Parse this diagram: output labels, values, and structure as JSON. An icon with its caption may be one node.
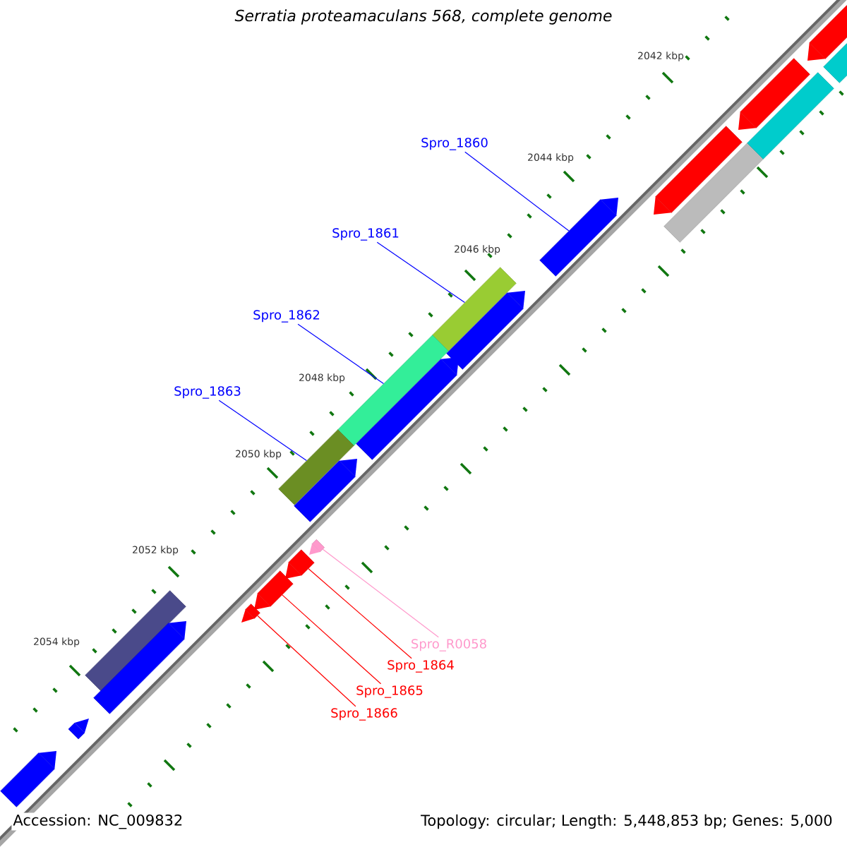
{
  "diagram": {
    "title": "Serratia proteamaculans 568, complete genome",
    "nodes": [
      {
        "text": [
          "Spro_1860"
        ]
      },
      {
        "text": [
          "Spro_1861"
        ]
      },
      {
        "text": [
          "Spro_1862"
        ]
      },
      {
        "text": [
          "Spro_1863"
        ]
      },
      {
        "text": [
          "Spro_R0058"
        ]
      },
      {
        "text": [
          "Spro_1864"
        ]
      },
      {
        "text": [
          "Spro_1865"
        ]
      },
      {
        "text": [
          "Spro_1866"
        ]
      },
      {
        "text": [],
        "shape": "bar"
      },
      {
        "text": [],
        "shape": "bar"
      },
      {
        "text": [],
        "shape": "bar"
      },
      {
        "text": [],
        "shape": "bar"
      },
      {
        "text": [],
        "shape": "bar"
      },
      {
        "text": [],
        "shape": "bar"
      },
      {
        "text": [],
        "shape": "bar"
      },
      {
        "text": [],
        "shape": "bar"
      },
      {
        "text": [],
        "shape": "bar"
      },
      {
        "text": [],
        "shape": "bar"
      },
      {
        "text": [],
        "shape": "bar"
      },
      {
        "text": [],
        "shape": "bar"
      },
      {
        "text": [],
        "shape": "bar"
      },
      {
        "text": [],
        "shape": "bar"
      },
      {
        "text": [],
        "shape": "bar"
      },
      {
        "text": [],
        "shape": "bar"
      },
      {
        "text": [],
        "shape": "bar"
      },
      {
        "text": [],
        "shape": "bar"
      },
      {
        "text": [],
        "shape": "bar"
      },
      {
        "text": [],
        "shape": "bar"
      },
      {
        "text": [],
        "shape": "bar"
      }
    ],
    "edges": [
      {
        "from": 0,
        "to": 8,
        "arrow": "none",
        "color": "#0000ff"
      },
      {
        "from": 1,
        "to": 9,
        "arrow": "none",
        "color": "#0000ff"
      },
      {
        "from": 2,
        "to": 10,
        "arrow": "none",
        "color": "#0000ff"
      },
      {
        "from": 3,
        "to": 11,
        "arrow": "none",
        "color": "#0000ff"
      },
      {
        "from": 4,
        "to": 12,
        "arrow": "none",
        "color": "#ff99cc"
      },
      {
        "from": 5,
        "to": 13,
        "arrow": "none",
        "color": "#ff0000"
      },
      {
        "from": 6,
        "to": 14,
        "arrow": "none",
        "color": "#ff0000"
      },
      {
        "from": 7,
        "to": 15,
        "arrow": "none",
        "color": "#ff0000"
      }
    ],
    "labels": [
      "2042 kbp",
      "2044 kbp",
      "2046 kbp",
      "2048 kbp",
      "2050 kbp",
      "2052 kbp",
      "2054 kbp",
      "Accession: NC_009832",
      "Topology: circular; Length: 5,448,853 bp; Genes: 5,000"
    ]
  }
}
